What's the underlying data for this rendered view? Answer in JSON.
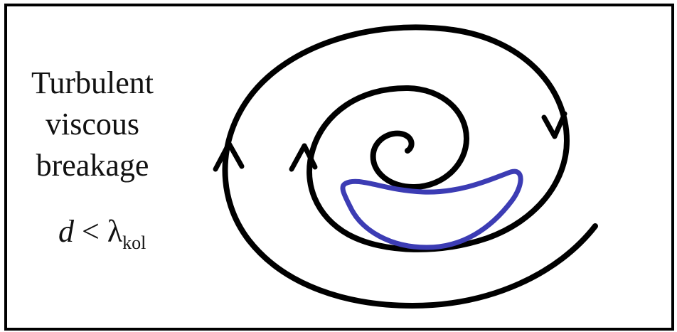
{
  "labels": {
    "line1": "Turbulent",
    "line2": "viscous",
    "line3": "breakage"
  },
  "equation": {
    "variable": "d",
    "relation": "<",
    "symbol": "λ",
    "subscript": "kol"
  },
  "colors": {
    "spiral": "#000000",
    "droplet": "#3c3cb4",
    "border": "#000000"
  }
}
